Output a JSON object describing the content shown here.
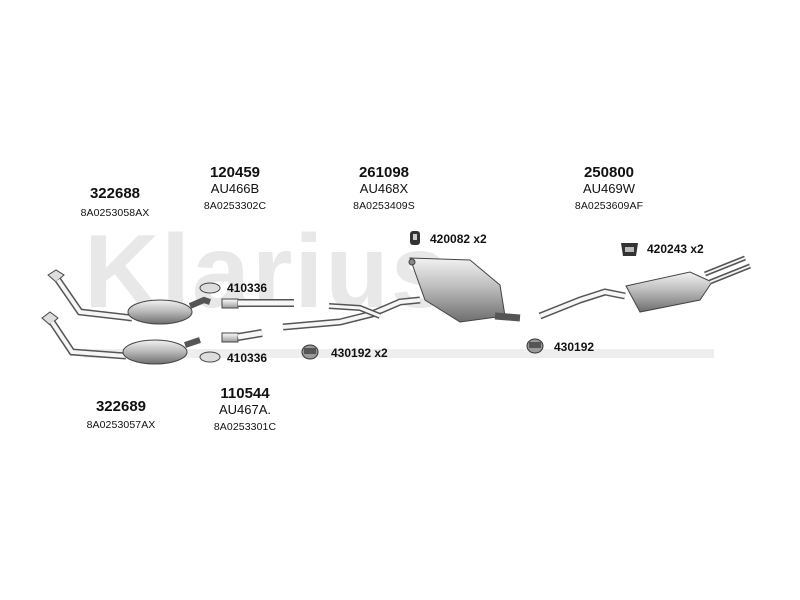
{
  "watermark": "Klarius",
  "groups": [
    {
      "part": "322688",
      "ref": "",
      "oe": "8A0253058AX"
    },
    {
      "part": "120459",
      "ref": "AU466B",
      "oe": "8A0253302C"
    },
    {
      "part": "261098",
      "ref": "AU468X",
      "oe": "8A0253409S"
    },
    {
      "part": "250800",
      "ref": "AU469W",
      "oe": "8A0253609AF"
    },
    {
      "part": "110544",
      "ref": "AU467A.",
      "oe": "8A0253301C"
    },
    {
      "part": "322689",
      "ref": "",
      "oe": "8A0253057AX"
    }
  ],
  "fittings": [
    {
      "code": "420082 x2"
    },
    {
      "code": "420243 x2"
    },
    {
      "code": "410336"
    },
    {
      "code": "410336"
    },
    {
      "code": "430192 x2"
    },
    {
      "code": "430192"
    }
  ]
}
